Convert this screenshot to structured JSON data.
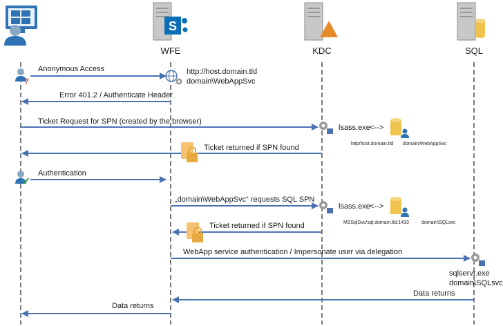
{
  "colors": {
    "arrow": "#4a72b0",
    "server": "#c8c8c8",
    "sharepoint": "#0b6fb8",
    "kdc": "#e88a2a",
    "db": "#f0c24e",
    "user": "#2f73b5",
    "lock": "#f4c270"
  },
  "actors": {
    "wfe": "WFE",
    "kdc": "KDC",
    "sql": "SQL"
  },
  "icons": [
    "user-monitor-icon",
    "sharepoint-server-icon",
    "kdc-server-icon",
    "sql-server-icon",
    "web-globe-icon",
    "service-gear-icon",
    "database-icon",
    "lock-ticket-icon",
    "user-question-icon",
    "user-check-icon"
  ],
  "messages": {
    "m1": "Anonymous Access",
    "m2": "Error 401.2 / Authenticate Header",
    "m3": "Ticket Request for SPN (created by the browser)",
    "m4": "Ticket returned if SPN found",
    "m5": "Authentication",
    "m6": "„domain\\WebAppSvc“ requests SQL SPN",
    "m7": "Ticket returned if SPN found",
    "m8": "WebApp service authentication / Impersonate user via delegation",
    "m9": "Data returns",
    "m10": "Data returns"
  },
  "wfe_note": {
    "line1": "http://host.domain.tld",
    "line2": "domain\\WebAppSvc"
  },
  "kdc1": {
    "proc": "lsass.exe",
    "swap": "<-->",
    "spn": "http/host.domain.tld",
    "account": "domain\\WebAppSvc"
  },
  "kdc2": {
    "proc": "lsass.exe",
    "swap": "<-->",
    "spn": "MSSqlSvc/sql.domain.tld:1433",
    "account": "domain\\SQLsvc"
  },
  "sql_note": {
    "line1": "sqlservr.exe",
    "line2": "domain\\SQLsvc"
  }
}
